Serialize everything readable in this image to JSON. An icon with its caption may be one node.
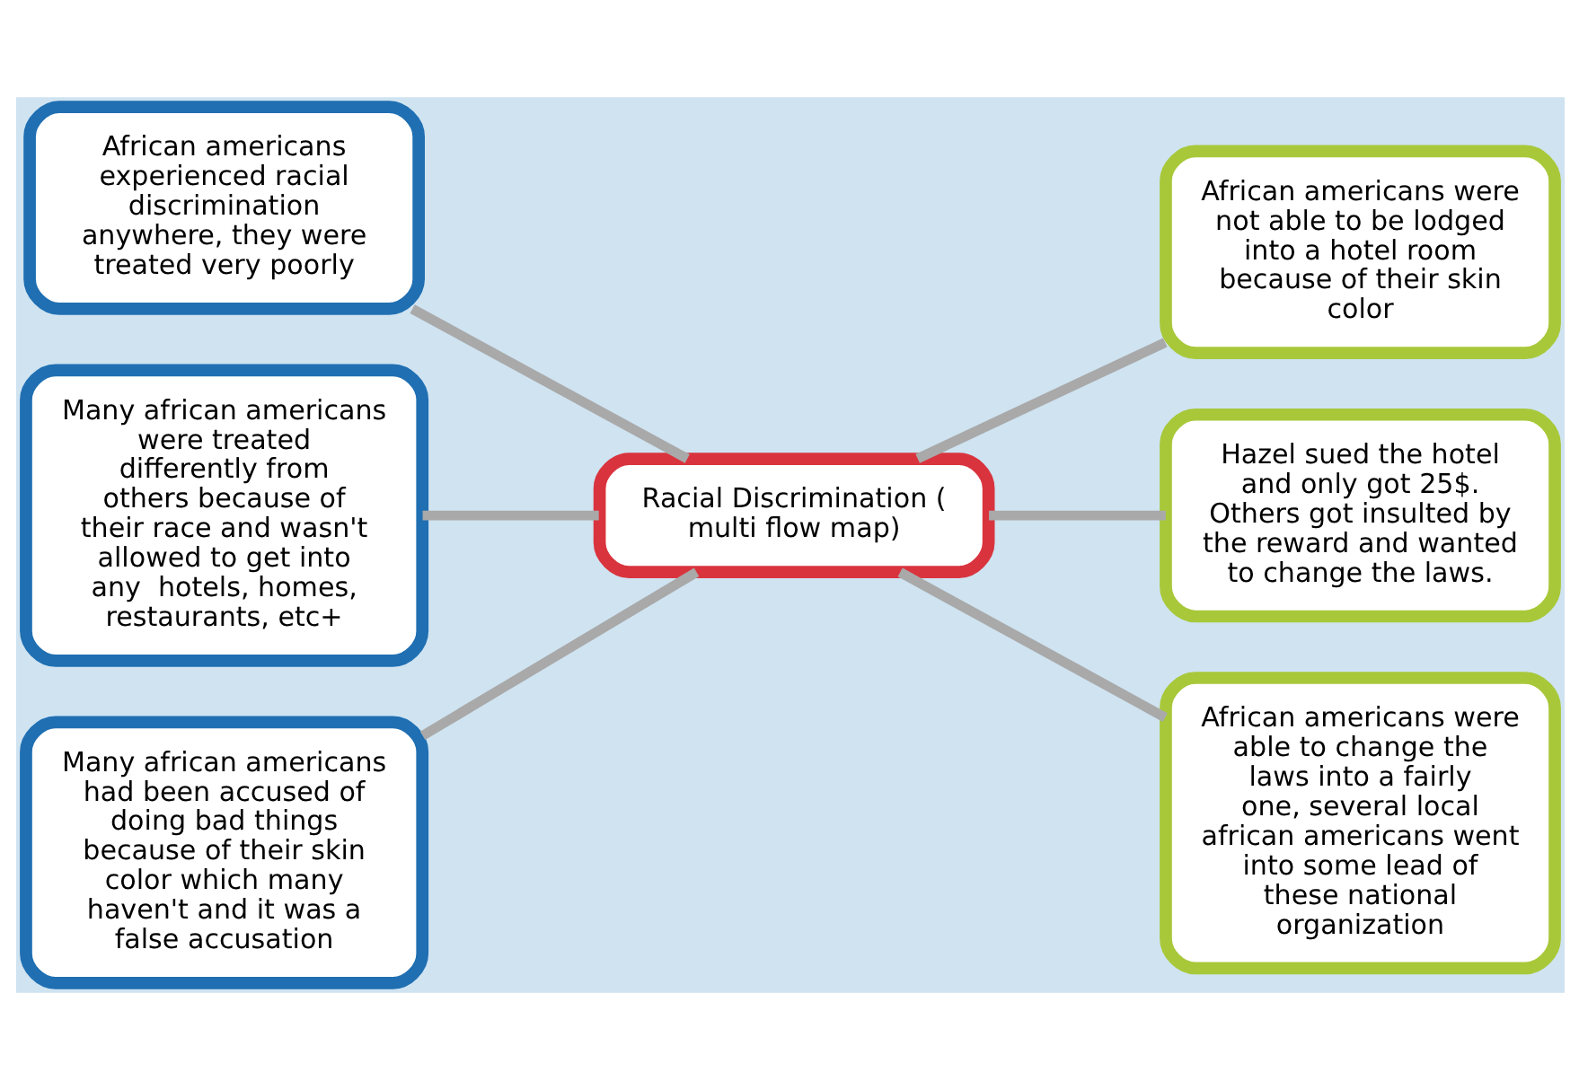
{
  "diagram": {
    "nodes": [
      {
        "text": [
          "African americans experienced racial discrimination anywhere, they were treated very poorly"
        ]
      },
      {
        "text": [
          "Many african americans were treated differently from others because of their race and wasn't allowed to get into any  hotels, homes, restaurants, etc+"
        ]
      },
      {
        "text": [
          "Many african americans had been accused of doing bad things because of their skin color which many haven't and it was a false accusation"
        ]
      },
      {
        "text": [
          "Racial Discrimination ( multi flow map)"
        ]
      },
      {
        "text": [
          "African americans were not able to be lodged into a hotel room because of their skin color"
        ]
      },
      {
        "text": [
          "Hazel sued the hotel and only got 25$. Others got insulted by the reward and wanted to change the laws."
        ]
      },
      {
        "text": [
          "African americans were able to change the laws into a fairly one, several local african americans went into some lead of these national organization"
        ]
      }
    ],
    "edges": [
      {
        "from": 0,
        "to": 3,
        "arrow": "none"
      },
      {
        "from": 1,
        "to": 3,
        "arrow": "none"
      },
      {
        "from": 2,
        "to": 3,
        "arrow": "none"
      },
      {
        "from": 3,
        "to": 4,
        "arrow": "none"
      },
      {
        "from": 3,
        "to": 5,
        "arrow": "none"
      },
      {
        "from": 3,
        "to": 6,
        "arrow": "none"
      }
    ]
  }
}
